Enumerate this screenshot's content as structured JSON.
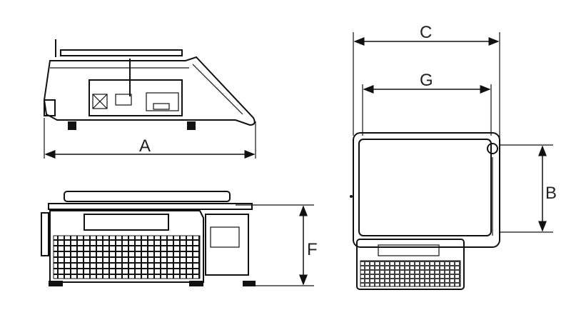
{
  "dimension_labels": {
    "length": "A",
    "depth_right": "B",
    "width": "C",
    "height": "F",
    "platter_width": "G"
  },
  "colors": {
    "line": "#111111",
    "background": "#ffffff"
  }
}
